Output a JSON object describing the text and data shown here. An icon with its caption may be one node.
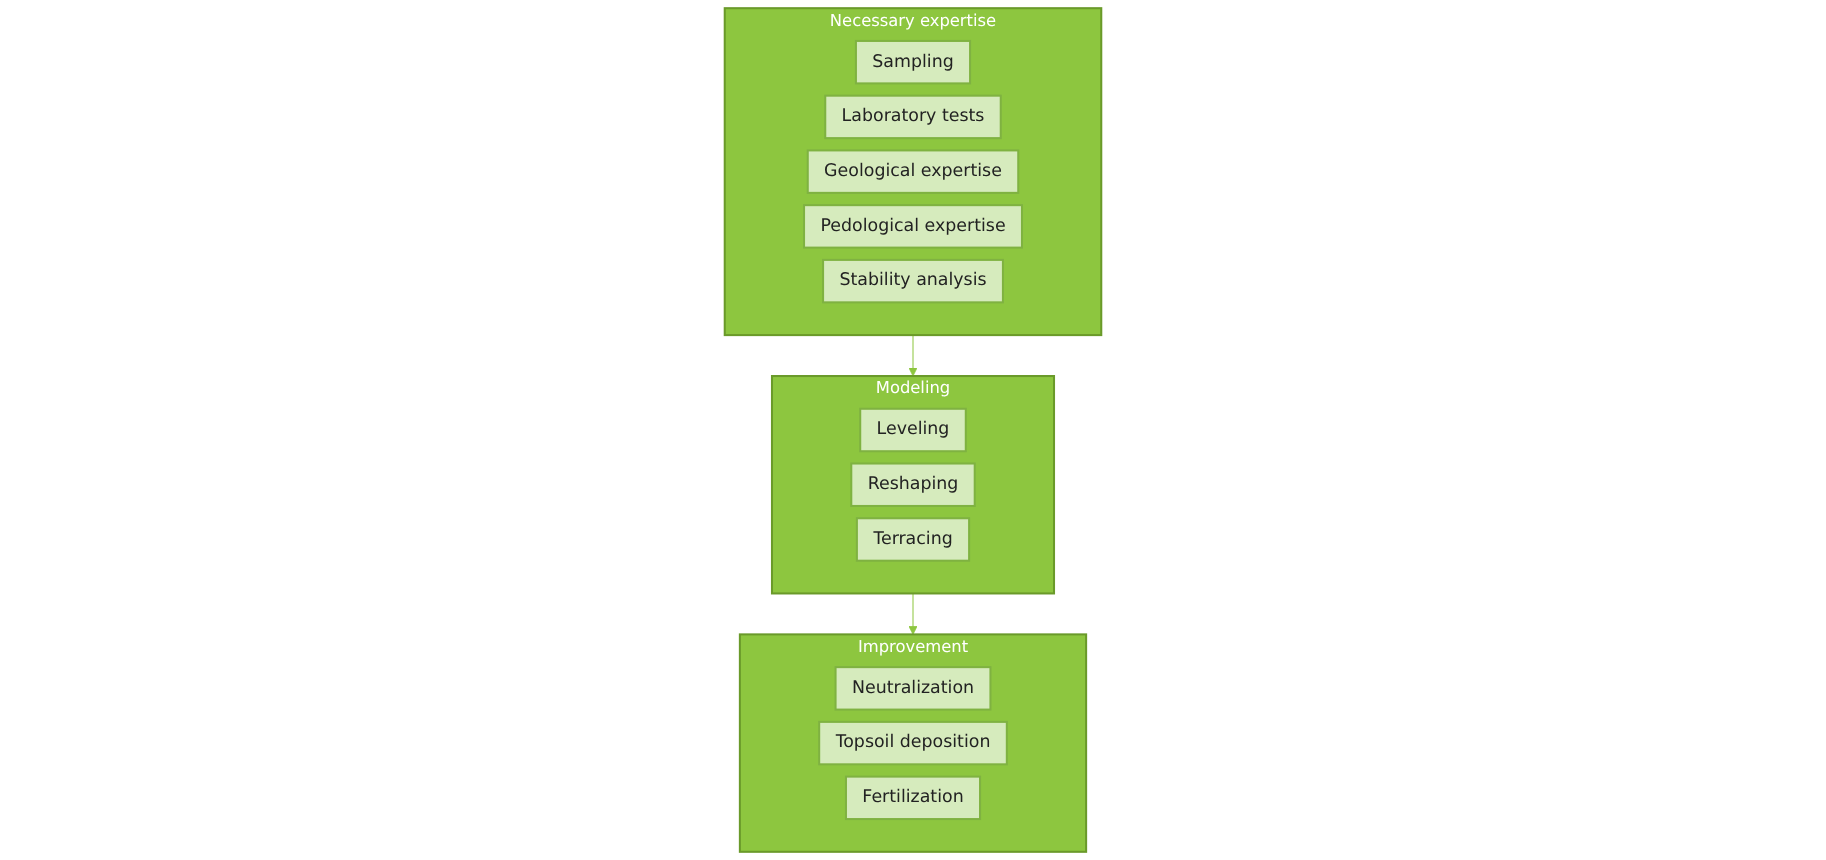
{
  "diagram": {
    "nodes": [
      {
        "text": [
          "Necessary expertise"
        ]
      },
      {
        "text": [
          "Sampling"
        ],
        "in": 0
      },
      {
        "text": [
          "Laboratory tests"
        ],
        "in": 0
      },
      {
        "text": [
          "Geological expertise"
        ],
        "in": 0
      },
      {
        "text": [
          "Pedological expertise"
        ],
        "in": 0
      },
      {
        "text": [
          "Stability analysis"
        ],
        "in": 0
      },
      {
        "text": [
          "Modeling"
        ]
      },
      {
        "text": [
          "Leveling"
        ],
        "in": 6
      },
      {
        "text": [
          "Reshaping"
        ],
        "in": 6
      },
      {
        "text": [
          "Terracing"
        ],
        "in": 6
      },
      {
        "text": [
          "Improvement"
        ]
      },
      {
        "text": [
          "Neutralization"
        ],
        "in": 10
      },
      {
        "text": [
          "Topsoil deposition"
        ],
        "in": 10
      },
      {
        "text": [
          "Fertilization"
        ],
        "in": 10
      }
    ],
    "edges": [
      {
        "from": 0,
        "to": 6,
        "arrow": "to"
      },
      {
        "from": 6,
        "to": 10,
        "arrow": "to"
      }
    ]
  }
}
